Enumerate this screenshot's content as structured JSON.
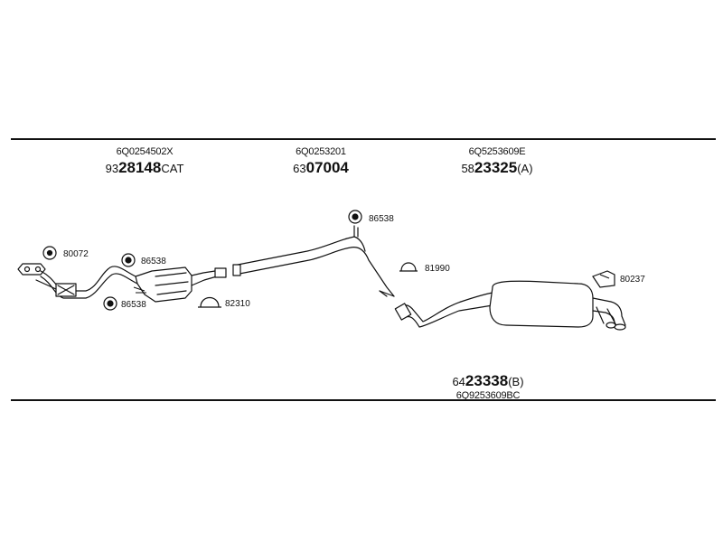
{
  "parts": [
    {
      "oe": "6Q0254502X",
      "prefix": "93",
      "num": "28148",
      "suffix": "CAT"
    },
    {
      "oe": "6Q0253201",
      "prefix": "63",
      "num": "07004",
      "suffix": ""
    },
    {
      "oe": "6Q5253609E",
      "prefix": "58",
      "num": "23325",
      "suffix": "(A)"
    },
    {
      "oe": "6Q9253609BC",
      "prefix": "64",
      "num": "23338",
      "suffix": "(B)"
    }
  ],
  "callouts": {
    "c80072": "80072",
    "c86538a": "86538",
    "c86538b": "86538",
    "c86538c": "86538",
    "c82310": "82310",
    "c81990": "81990",
    "c80237": "80237"
  }
}
